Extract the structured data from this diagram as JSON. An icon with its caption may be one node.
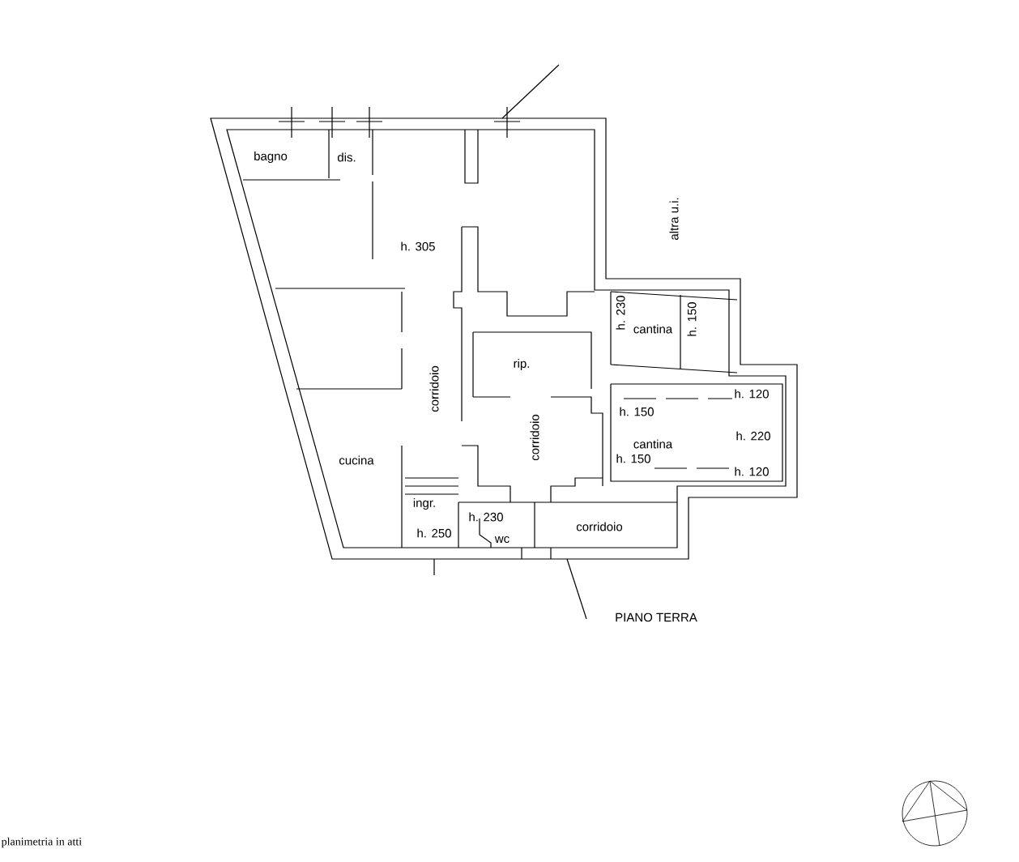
{
  "diagram": {
    "labels": [
      "bagno",
      "dis.",
      "h. 305",
      "altra u.i.",
      "h. 230",
      "cantina",
      "h. 150",
      "rip.",
      "corridoio",
      "corridoio",
      "h. 120",
      "h. 150",
      "cantina",
      "h. 220",
      "h. 150",
      "h. 120",
      "cucina",
      "ingr.",
      "h. 230",
      "h. 250",
      "wc",
      "corridoio",
      "PIANO TERRA",
      "planimetria in atti"
    ]
  }
}
